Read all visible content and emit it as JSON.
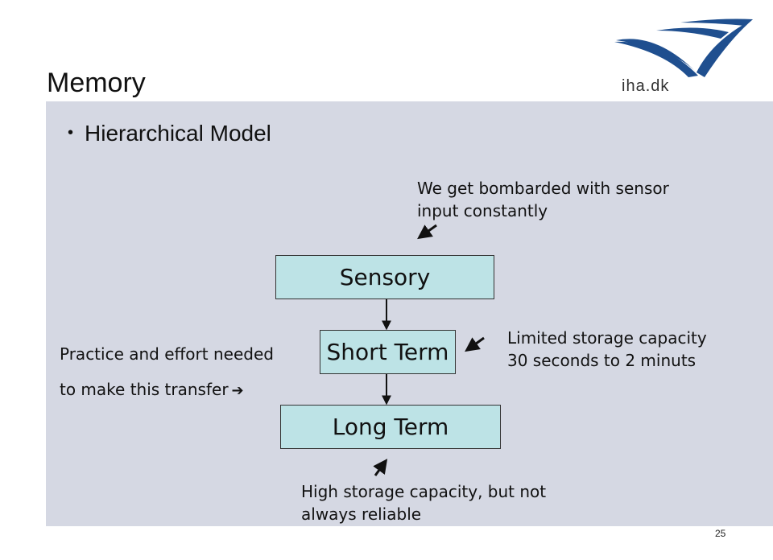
{
  "slide": {
    "title": "Memory",
    "bullet": "Hierarchical Model",
    "page_number": "25"
  },
  "logo": {
    "text": "iha.dk",
    "colors": {
      "primary": "#1f4f8f"
    }
  },
  "diagram": {
    "boxes": {
      "sensory": "Sensory",
      "short_term": "Short Term",
      "long_term": "Long Term"
    },
    "notes": {
      "sensory": "We get bombarded with sensor\ninput constantly",
      "short_term": "Limited storage capacity\n30 seconds to 2 minuts",
      "long_term": "High storage capacity, but not\nalways reliable",
      "practice_line1": "Practice and effort needed",
      "practice_line2": "to make this transfer"
    },
    "colors": {
      "box_fill": "#bde3e6",
      "panel": "#d5d8e3"
    }
  }
}
